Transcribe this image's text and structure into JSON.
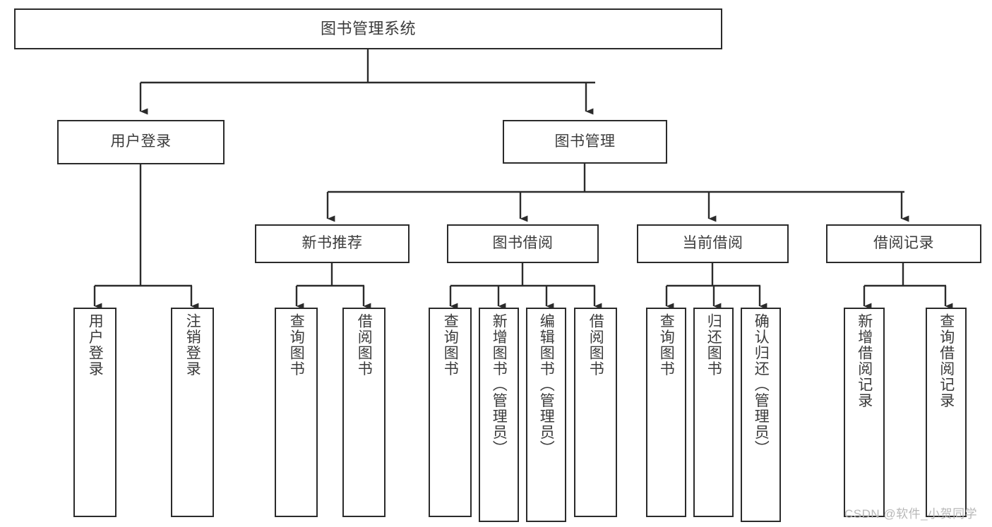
{
  "diagram": {
    "title": "图书管理系统",
    "type": "functional-structure-tree",
    "colors": {
      "box_border": "#2b2b2b",
      "box_fill": "#ffffff",
      "text": "#3b3b3b",
      "connector": "#2b2b2b",
      "watermark": "#b8b8b8",
      "page_background": "#ffffff"
    },
    "watermark": "CSDN @软件_小贺同学",
    "levels": {
      "level1": [
        {
          "id": "root",
          "label": "图书管理系统"
        }
      ],
      "level2": [
        {
          "id": "user-login",
          "label": "用户登录"
        },
        {
          "id": "book-manage",
          "label": "图书管理"
        }
      ],
      "level3": [
        {
          "id": "new-book-recommend",
          "label": "新书推荐"
        },
        {
          "id": "book-borrow",
          "label": "图书借阅"
        },
        {
          "id": "current-borrow",
          "label": "当前借阅"
        },
        {
          "id": "borrow-record",
          "label": "借阅记录"
        }
      ],
      "leaves": [
        {
          "id": "leaf-user-login",
          "label": "用户登录",
          "parent": "user-login"
        },
        {
          "id": "leaf-user-logout",
          "label": "注销登录",
          "parent": "user-login"
        },
        {
          "id": "leaf-query-book-1",
          "label": "查询图书",
          "parent": "new-book-recommend"
        },
        {
          "id": "leaf-borrow-book-1",
          "label": "借阅图书",
          "parent": "new-book-recommend"
        },
        {
          "id": "leaf-query-book-2",
          "label": "查询图书",
          "parent": "book-borrow"
        },
        {
          "id": "leaf-add-book",
          "label": "新增图书（管理员）",
          "parent": "book-borrow"
        },
        {
          "id": "leaf-edit-book",
          "label": "编辑图书（管理员）",
          "parent": "book-borrow"
        },
        {
          "id": "leaf-borrow-book-2",
          "label": "借阅图书",
          "parent": "book-borrow"
        },
        {
          "id": "leaf-query-book-3",
          "label": "查询图书",
          "parent": "current-borrow"
        },
        {
          "id": "leaf-return-book",
          "label": "归还图书",
          "parent": "current-borrow"
        },
        {
          "id": "leaf-confirm-return",
          "label": "确认归还（管理员）",
          "parent": "current-borrow"
        },
        {
          "id": "leaf-add-record",
          "label": "新增借阅记录",
          "parent": "borrow-record"
        },
        {
          "id": "leaf-query-record",
          "label": "查询借阅记录",
          "parent": "borrow-record"
        }
      ]
    }
  }
}
